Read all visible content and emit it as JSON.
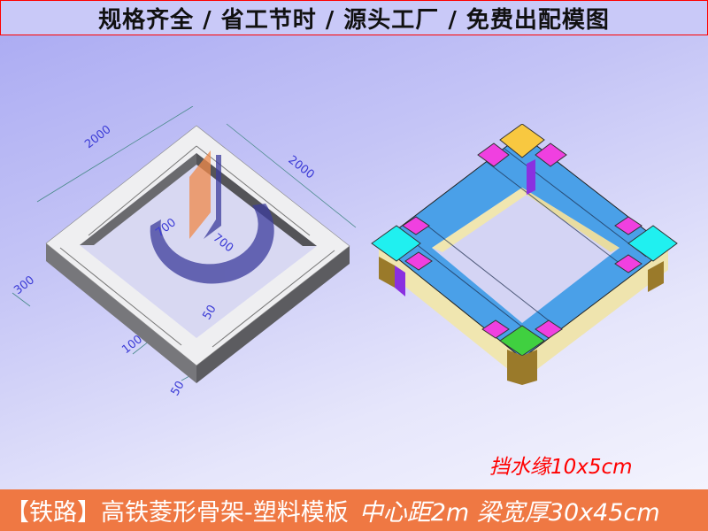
{
  "header": {
    "title": "规格齐全 / 省工节时 / 源头工厂 / 免费出配模图"
  },
  "drawing": {
    "dimensions": {
      "top_left": "2000",
      "top_right": "2000",
      "inner_left": "700",
      "inner_right": "700",
      "depth": "300",
      "rib_width": "100",
      "rim_height": "50",
      "rim_height_2": "50"
    },
    "colors": {
      "frame_top": "#efeff1",
      "frame_side": "#6e6e72",
      "dimension_text": "#3b3bd6",
      "logo_blue": "#3c3c9c",
      "logo_orange": "#f08a4a"
    }
  },
  "model": {
    "colors": {
      "panel_blue": "#4aa0e8",
      "panel_cream": "#f0e6b0",
      "corner_magenta": "#f040e0",
      "corner_cyan": "#20f0f0",
      "corner_yellow": "#f8c840",
      "corner_green": "#40d040",
      "block_brown": "#9a7a2a",
      "purple": "#8a30e0"
    }
  },
  "note": {
    "text": "挡水缘10x5cm"
  },
  "footer": {
    "label": "【铁路】高铁菱形骨架-塑料模板",
    "spec": "中心距2m 梁宽厚30x45cm"
  }
}
